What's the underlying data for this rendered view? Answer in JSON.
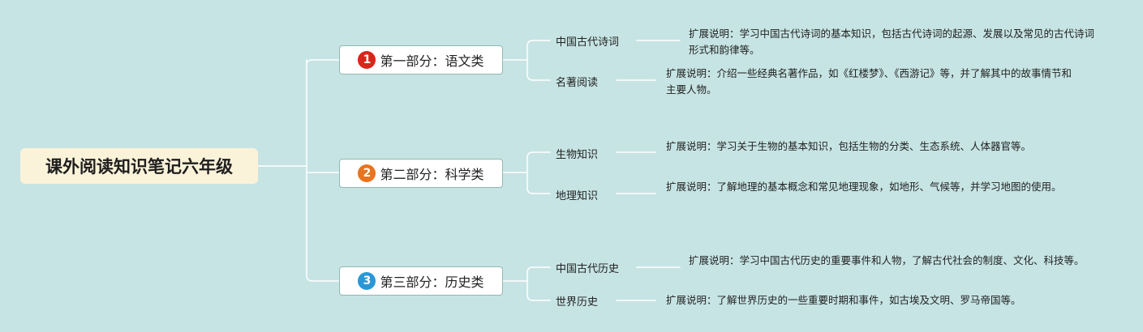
{
  "root": {
    "title": "课外阅读知识笔记六年级"
  },
  "colors": {
    "background": "#c7e4e4",
    "line": "#ffffff",
    "badge_1": "#d8261b",
    "badge_2": "#e8741f",
    "badge_3": "#2a97d8"
  },
  "sections": [
    {
      "number": "1",
      "label": "第一部分：语文类",
      "topics": [
        {
          "label": "中国古代诗词",
          "description": "扩展说明：学习中国古代诗词的基本知识，包括古代诗词的起源、发展以及常见的古代诗词形式和韵律等。"
        },
        {
          "label": "名著阅读",
          "description": "扩展说明：介绍一些经典名著作品，如《红楼梦》、《西游记》等，并了解其中的故事情节和主要人物。"
        }
      ]
    },
    {
      "number": "2",
      "label": "第二部分：科学类",
      "topics": [
        {
          "label": "生物知识",
          "description": "扩展说明：学习关于生物的基本知识，包括生物的分类、生态系统、人体器官等。"
        },
        {
          "label": "地理知识",
          "description": "扩展说明：了解地理的基本概念和常见地理现象，如地形、气候等，并学习地图的使用。"
        }
      ]
    },
    {
      "number": "3",
      "label": "第三部分：历史类",
      "topics": [
        {
          "label": "中国古代历史",
          "description": "扩展说明：学习中国古代历史的重要事件和人物，了解古代社会的制度、文化、科技等。"
        },
        {
          "label": "世界历史",
          "description": "扩展说明：了解世界历史的一些重要时期和事件，如古埃及文明、罗马帝国等。"
        }
      ]
    }
  ]
}
